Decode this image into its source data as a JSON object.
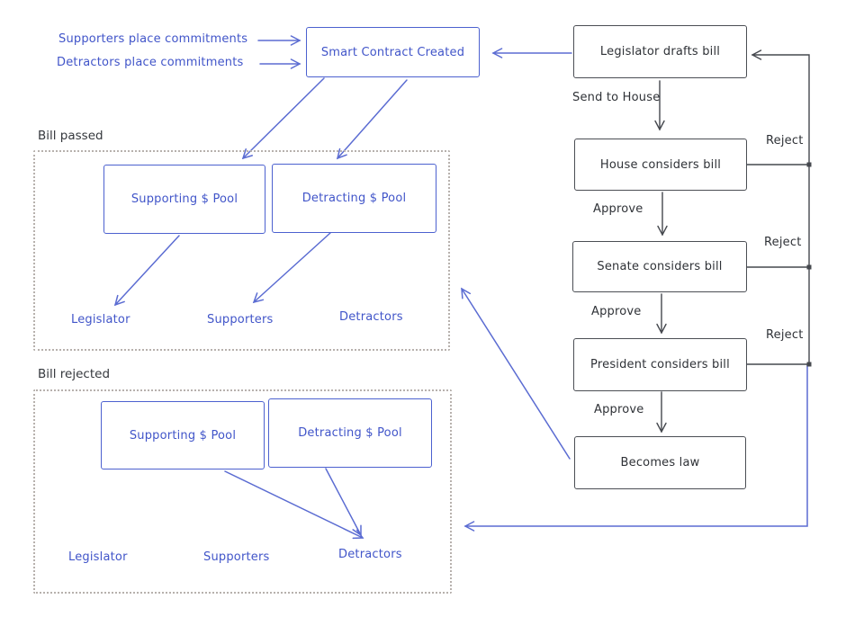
{
  "colors": {
    "blue_stroke": "#5b6cd2",
    "blue_text": "#4155c9",
    "ink_stroke": "#45484e",
    "ink_text": "#2f3237",
    "container_dotted": "#b7b1ad"
  },
  "inputs": {
    "supporters": "Supporters place commitments",
    "detractors": "Detractors place commitments"
  },
  "smart_contract": {
    "label": "Smart Contract Created"
  },
  "bill_passed": {
    "title": "Bill passed",
    "supporting_pool": "Supporting $ Pool",
    "detracting_pool": "Detracting $ Pool",
    "actors": {
      "legislator": "Legislator",
      "supporters": "Supporters",
      "detractors": "Detractors"
    }
  },
  "bill_rejected": {
    "title": "Bill rejected",
    "supporting_pool": "Supporting $ Pool",
    "detracting_pool": "Detracting $ Pool",
    "actors": {
      "legislator": "Legislator",
      "supporters": "Supporters",
      "detractors": "Detractors"
    }
  },
  "flow": {
    "legislator_drafts": "Legislator drafts bill",
    "send_to_house": "Send to House",
    "house_considers": "House considers bill",
    "senate_considers": "Senate considers bill",
    "president_considers": "President considers bill",
    "becomes_law": "Becomes law",
    "approve": "Approve",
    "reject": "Reject"
  }
}
